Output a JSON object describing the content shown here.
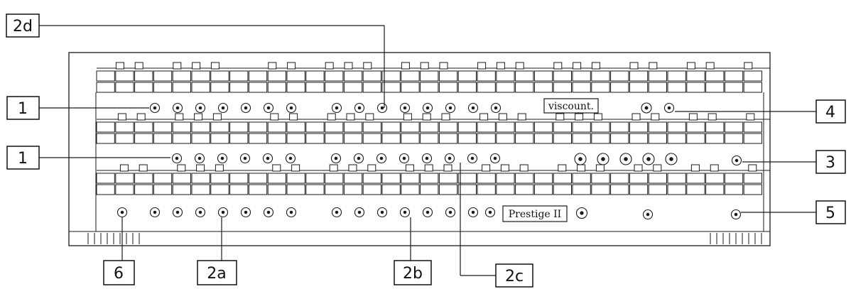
{
  "diagram": {
    "callouts": [
      {
        "id": "c1a",
        "label": "1"
      },
      {
        "id": "c1b",
        "label": "1"
      },
      {
        "id": "c2a",
        "label": "2a"
      },
      {
        "id": "c2b",
        "label": "2b"
      },
      {
        "id": "c2c",
        "label": "2c"
      },
      {
        "id": "c2d",
        "label": "2d"
      },
      {
        "id": "c3",
        "label": "3"
      },
      {
        "id": "c4",
        "label": "4"
      },
      {
        "id": "c5",
        "label": "5"
      },
      {
        "id": "c6",
        "label": "6"
      }
    ],
    "brand_label": "viscount.",
    "model_label": "Prestige II",
    "manual_keys_per_row": 35,
    "manual_rows": 3,
    "colors": {
      "line": "#1a1a1a",
      "panel": "#ffffff"
    }
  }
}
